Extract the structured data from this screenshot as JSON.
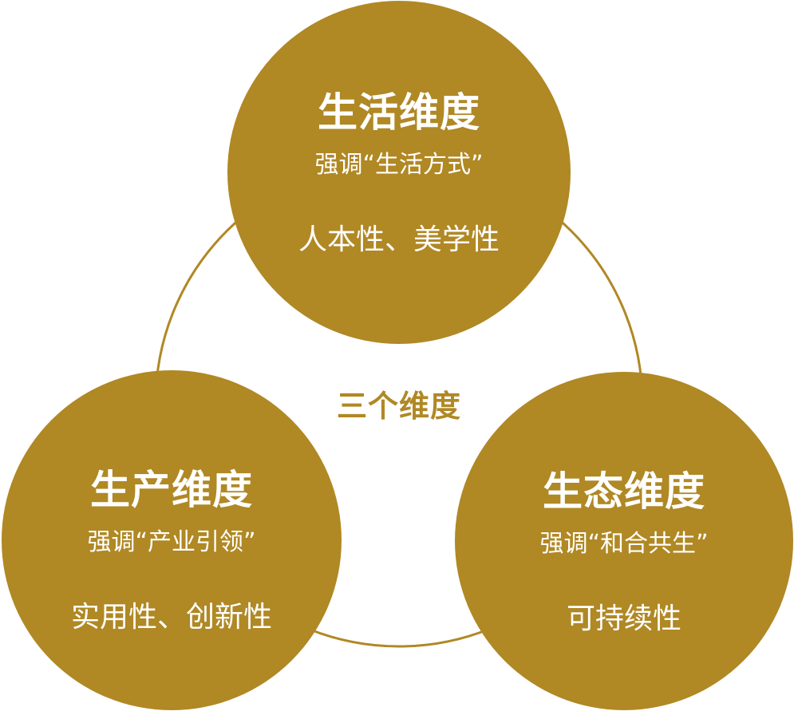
{
  "center": {
    "label": "三个维度"
  },
  "nodes": [
    {
      "title": "生活维度",
      "subtitle": "强调“生活方式”",
      "traits": "人本性、美学性"
    },
    {
      "title": "生产维度",
      "subtitle": "强调“产业引领”",
      "traits": "实用性、创新性"
    },
    {
      "title": "生态维度",
      "subtitle": "强调“和合共生”",
      "traits": "可持续性"
    }
  ],
  "colors": {
    "node_fill": "#b08824",
    "text_on_node": "#ffffff",
    "ring": "#b08824"
  }
}
